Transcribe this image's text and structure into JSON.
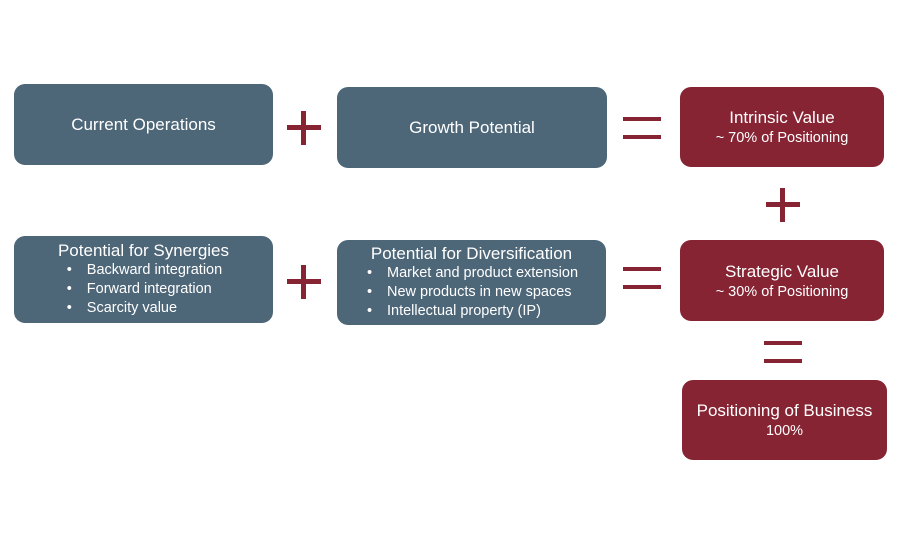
{
  "colors": {
    "component": "#4d6678",
    "value": "#862433"
  },
  "row1": {
    "current_operations": "Current Operations",
    "growth_potential": "Growth Potential",
    "intrinsic_value": {
      "title": "Intrinsic Value",
      "subtitle": "~ 70% of Positioning"
    }
  },
  "row2": {
    "synergies": {
      "title": "Potential for Synergies",
      "items": [
        "Backward integration",
        "Forward integration",
        "Scarcity value"
      ]
    },
    "diversification": {
      "title": "Potential for Diversification",
      "items": [
        "Market and product extension",
        "New products in new spaces",
        "Intellectual property (IP)"
      ]
    },
    "strategic_value": {
      "title": "Strategic Value",
      "subtitle": "~ 30% of Positioning"
    }
  },
  "result": {
    "title": "Positioning of Business",
    "subtitle": "100%"
  }
}
